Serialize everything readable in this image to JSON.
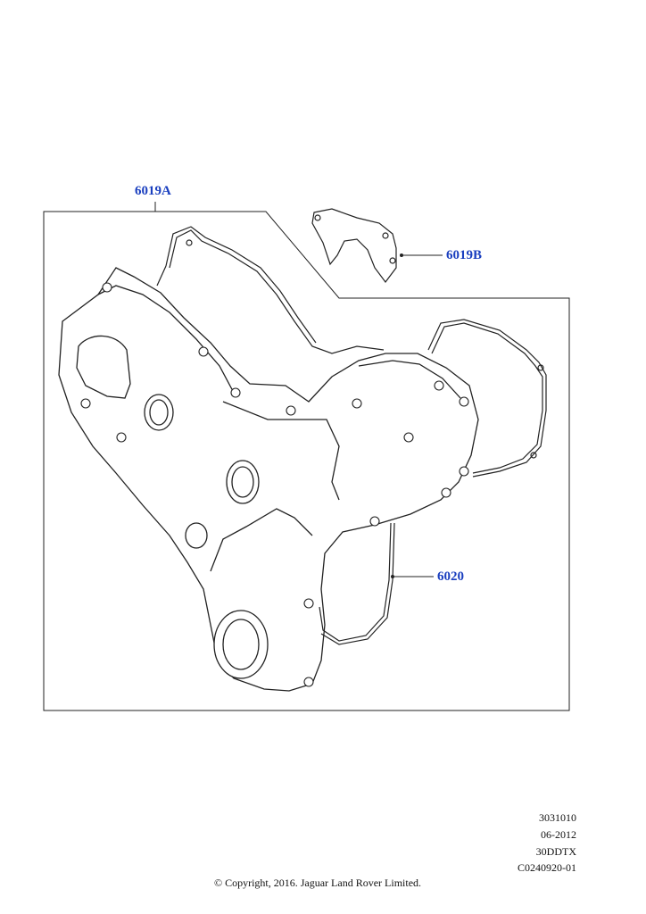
{
  "callouts": {
    "a": "6019A",
    "b": "6019B",
    "c": "6020"
  },
  "meta": {
    "line1": "3031010",
    "line2": "06-2012",
    "line3": "30DDTX",
    "line4": "C0240920-01"
  },
  "copyright": "© Copyright, 2016. Jaguar Land Rover Limited.",
  "colors": {
    "callout": "#1a3fbf",
    "line": "#111111"
  }
}
